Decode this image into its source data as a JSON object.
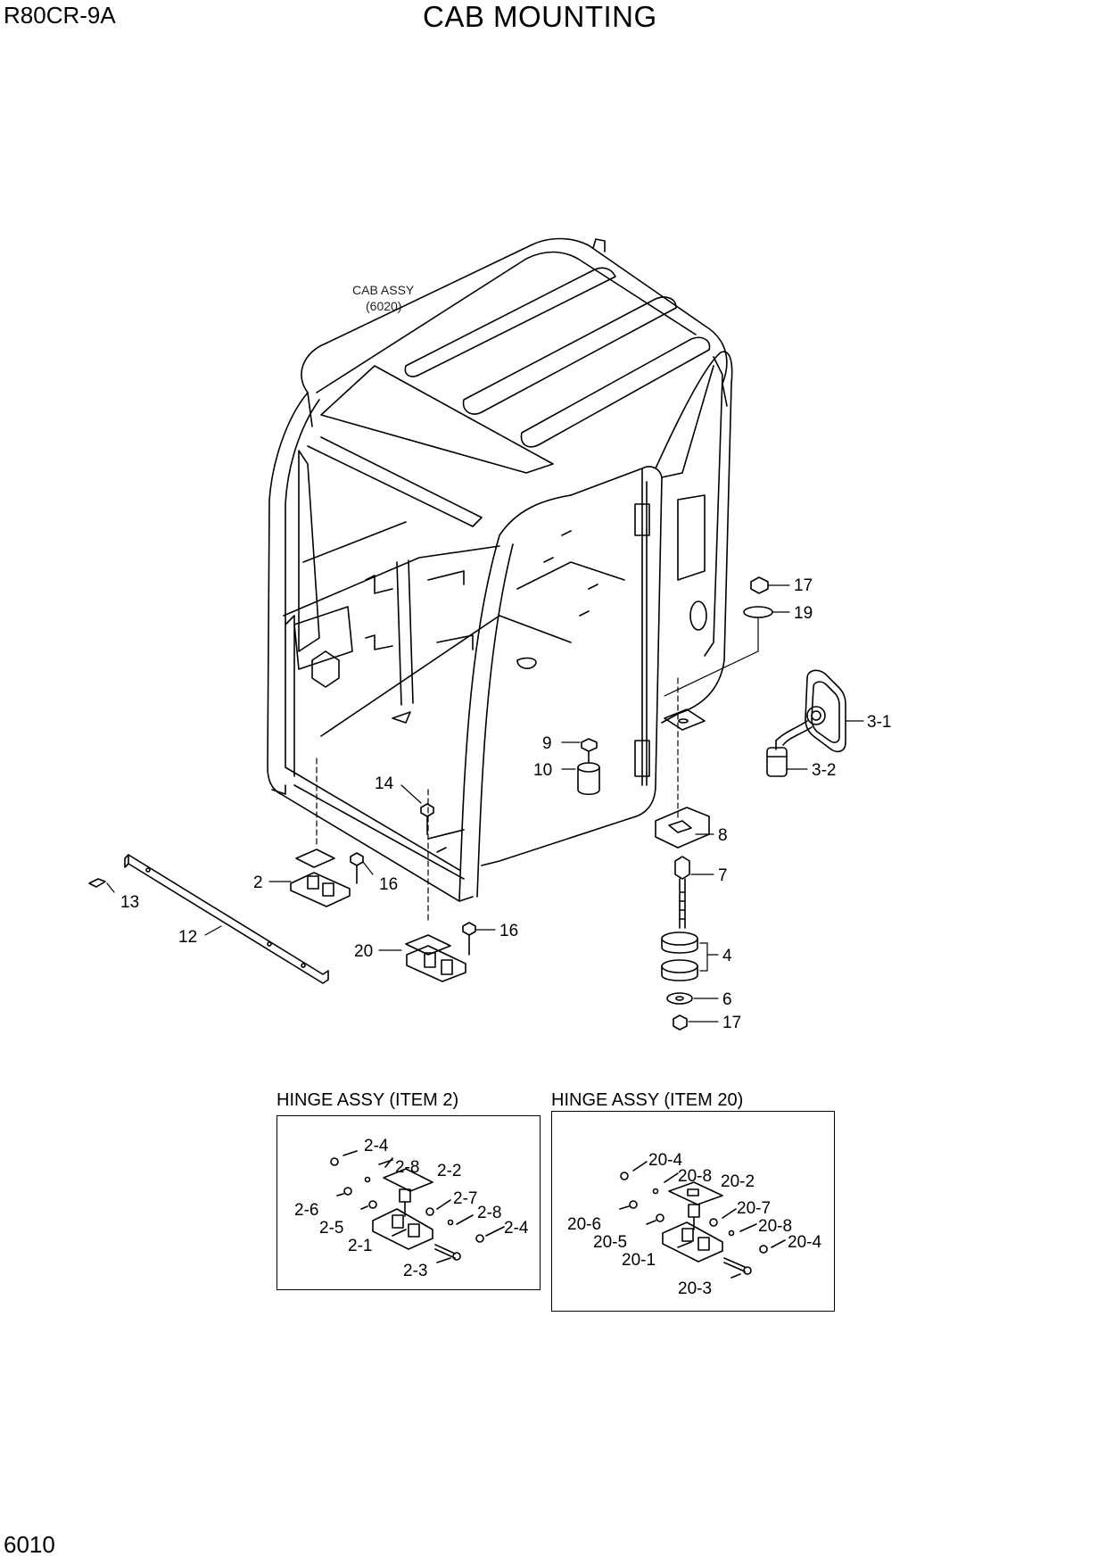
{
  "header": {
    "model": "R80CR-9A",
    "title": "CAB MOUNTING"
  },
  "footer": {
    "page_number": "6010"
  },
  "diagram": {
    "cab_assy": {
      "name": "CAB ASSY",
      "ref": "(6020)"
    },
    "callouts": [
      "17",
      "19",
      "3-1",
      "3-2",
      "9",
      "10",
      "8",
      "7",
      "4",
      "6",
      "17",
      "14",
      "2",
      "16",
      "13",
      "12",
      "20",
      "16"
    ]
  },
  "insets": [
    {
      "title": "HINGE ASSY (ITEM 2)",
      "callouts": [
        "2-4",
        "2-8",
        "2-2",
        "2-7",
        "2-8",
        "2-4",
        "2-6",
        "2-5",
        "2-1",
        "2-3"
      ]
    },
    {
      "title": "HINGE ASSY (ITEM 20)",
      "callouts": [
        "20-4",
        "20-8",
        "20-2",
        "20-7",
        "20-8",
        "20-4",
        "20-6",
        "20-5",
        "20-1",
        "20-3"
      ]
    }
  ]
}
